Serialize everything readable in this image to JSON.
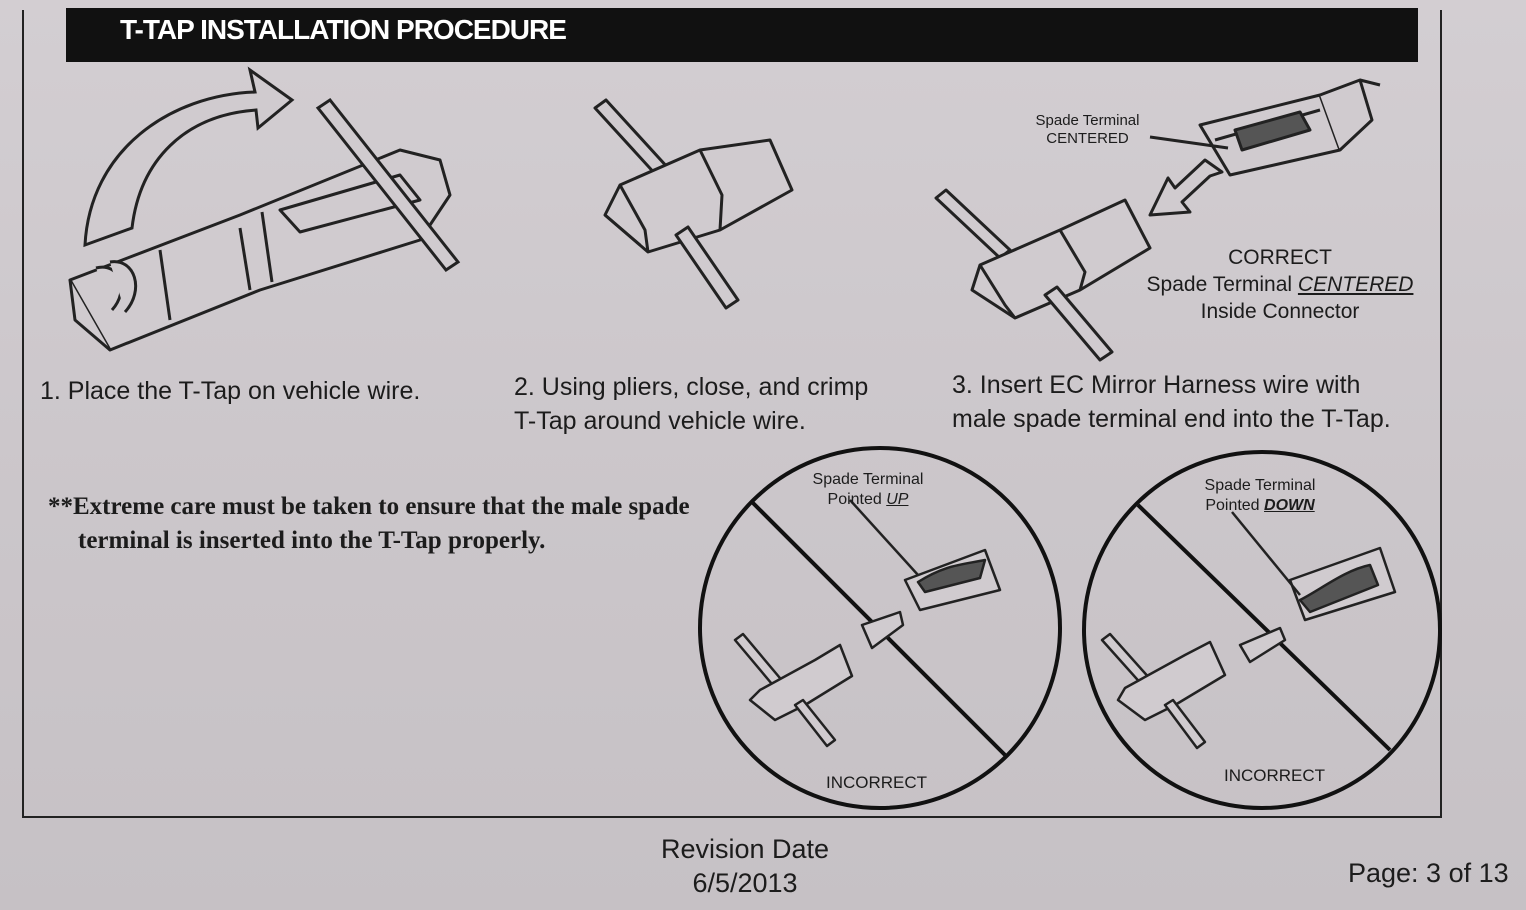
{
  "header": {
    "title": "T-TAP INSTALLATION PROCEDURE"
  },
  "steps": [
    {
      "line1": "1. Place the T-Tap on vehicle wire.",
      "line2": ""
    },
    {
      "line1": "2. Using pliers, close, and crimp",
      "line2": "T-Tap around vehicle wire."
    },
    {
      "line1": "3. Insert EC Mirror Harness wire with",
      "line2": "male spade terminal end into the T-Tap."
    }
  ],
  "callouts": {
    "centered_line1": "Spade Terminal",
    "centered_line2": "CENTERED",
    "correct_line1": "CORRECT",
    "correct_line2_prefix": "Spade Terminal ",
    "correct_line2_emph": "CENTERED",
    "correct_line3": "Inside Connector",
    "up_line1": "Spade Terminal",
    "up_line2_prefix": "Pointed ",
    "up_line2_emph": "UP",
    "down_line1": "Spade Terminal",
    "down_line2_prefix": "Pointed ",
    "down_line2_emph": "DOWN",
    "incorrect_left": "INCORRECT",
    "incorrect_right": "INCORRECT"
  },
  "warning": {
    "line1": "**Extreme care must be taken to ensure that the male spade",
    "line2": "terminal is inserted into the T-Tap properly."
  },
  "footer": {
    "revision_label": "Revision Date",
    "revision_date": "6/5/2013",
    "page": "Page: 3 of 13"
  }
}
